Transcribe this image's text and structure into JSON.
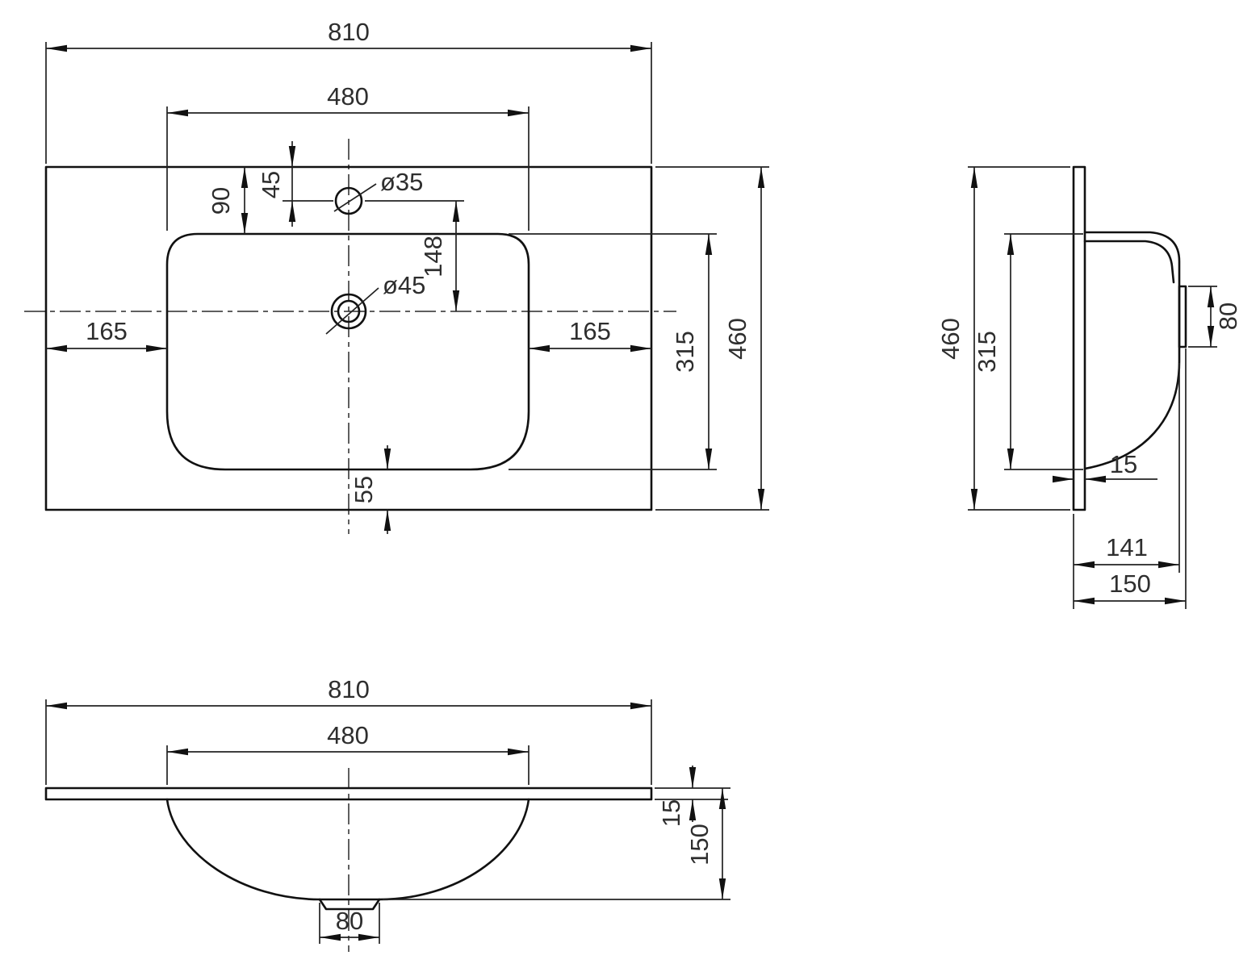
{
  "drawing": {
    "background": "#ffffff",
    "line_color": "#111111",
    "text_color": "#2e2e2e",
    "views": {
      "plan": {
        "dims": {
          "total_width": "810",
          "basin_width": "480",
          "back_edge_to_basin": "90",
          "back_edge_to_faucet": "45",
          "faucet_hole_diameter": "ø35",
          "faucet_to_drain": "148",
          "drain_hole_diameter": "ø45",
          "left_margin": "165",
          "right_margin": "165",
          "basin_depth": "315",
          "total_depth": "460",
          "basin_to_front_edge": "55"
        }
      },
      "side": {
        "dims": {
          "total_height": "460",
          "basin_height": "315",
          "outlet_height": "80",
          "panel_thickness": "15",
          "basin_depth": "141",
          "total_depth": "150"
        }
      },
      "front": {
        "dims": {
          "total_width": "810",
          "basin_width": "480",
          "slab_thickness": "15",
          "total_height": "150",
          "drain_width": "80"
        }
      }
    }
  }
}
